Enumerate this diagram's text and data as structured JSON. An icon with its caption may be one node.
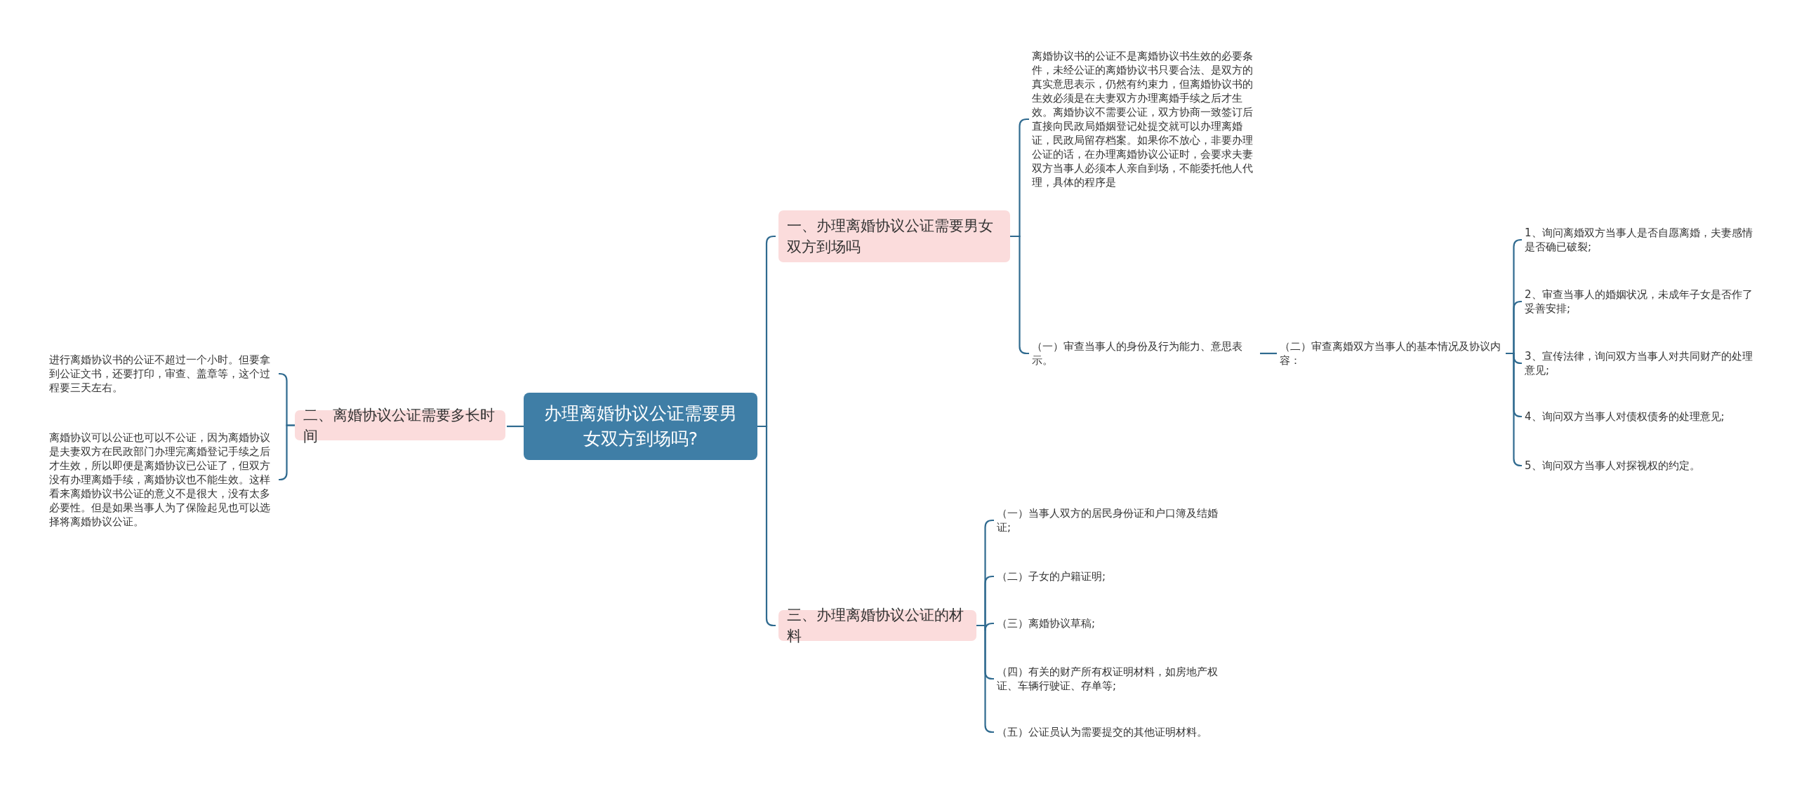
{
  "diagram": {
    "nodes": [
      {
        "text": [
          "办理离婚协议公证需要男女双方到场吗?"
        ]
      },
      {
        "text": [
          "一、办理离婚协议公证需要男女双方到场吗"
        ]
      },
      {
        "text": [
          "离婚协议书的公证不是离婚协议书生效的必要条件，未经公证的离婚协议书只要合法、是双方的真实意思表示，仍然有约束力，但离婚协议书的生效必须是在夫妻双方办理离婚手续之后才生效。离婚协议不需要公证，双方协商一致签订后直接向民政局婚姻登记处提交就可以办理离婚证，民政局留存档案。如果你不放心，非要办理公证的话，在办理离婚协议公证时，会要求夫妻双方当事人必须本人亲自到场，不能委托他人代理，具体的程序是"
        ]
      },
      {
        "text": [
          "（一）审查当事人的身份及行为能力、意思表示。"
        ]
      },
      {
        "text": [
          "（二）审查离婚双方当事人的基本情况及协议内容："
        ]
      },
      {
        "text": [
          "1、询问离婚双方当事人是否自愿离婚，夫妻感情是否确已破裂;"
        ]
      },
      {
        "text": [
          "2、审查当事人的婚姻状况，未成年子女是否作了妥善安排;"
        ]
      },
      {
        "text": [
          "3、宣传法律，询问双方当事人对共同财产的处理意见;"
        ]
      },
      {
        "text": [
          "4、询问双方当事人对债权债务的处理意见;"
        ]
      },
      {
        "text": [
          "5、询问双方当事人对探视权的约定。"
        ]
      },
      {
        "text": [
          "二、离婚协议公证需要多长时间"
        ]
      },
      {
        "text": [
          "进行离婚协议书的公证不超过一个小时。但要拿到公证文书，还要打印，审查、盖章等，这个过程要三天左右。"
        ]
      },
      {
        "text": [
          "离婚协议可以公证也可以不公证，因为离婚协议是夫妻双方在民政部门办理完离婚登记手续之后才生效，所以即便是离婚协议已公证了，但双方没有办理离婚手续，离婚协议也不能生效。这样看来离婚协议书公证的意义不是很大，没有太多必要性。但是如果当事人为了保险起见也可以选择将离婚协议公证。"
        ]
      },
      {
        "text": [
          "三、办理离婚协议公证的材料"
        ]
      },
      {
        "text": [
          "（一）当事人双方的居民身份证和户口簿及结婚证;"
        ]
      },
      {
        "text": [
          "（二）子女的户籍证明;"
        ]
      },
      {
        "text": [
          "（三）离婚协议草稿;"
        ]
      },
      {
        "text": [
          "（四）有关的财产所有权证明材料，如房地产权证、车辆行驶证、存单等;"
        ]
      },
      {
        "text": [
          "（五）公证员认为需要提交的其他证明材料。"
        ]
      }
    ],
    "edges": [
      {
        "from": 0,
        "to": 1,
        "arrow": "none"
      },
      {
        "from": 1,
        "to": 2,
        "arrow": "none"
      },
      {
        "from": 1,
        "to": 3,
        "arrow": "none"
      },
      {
        "from": 3,
        "to": 4,
        "arrow": "none"
      },
      {
        "from": 4,
        "to": 5,
        "arrow": "none"
      },
      {
        "from": 4,
        "to": 6,
        "arrow": "none"
      },
      {
        "from": 4,
        "to": 7,
        "arrow": "none"
      },
      {
        "from": 4,
        "to": 8,
        "arrow": "none"
      },
      {
        "from": 4,
        "to": 9,
        "arrow": "none"
      },
      {
        "from": 0,
        "to": 10,
        "arrow": "none"
      },
      {
        "from": 10,
        "to": 11,
        "arrow": "none"
      },
      {
        "from": 10,
        "to": 12,
        "arrow": "none"
      },
      {
        "from": 0,
        "to": 13,
        "arrow": "none"
      },
      {
        "from": 13,
        "to": 14,
        "arrow": "none"
      },
      {
        "from": 13,
        "to": 15,
        "arrow": "none"
      },
      {
        "from": 13,
        "to": 16,
        "arrow": "none"
      },
      {
        "from": 13,
        "to": 17,
        "arrow": "none"
      },
      {
        "from": 13,
        "to": 18,
        "arrow": "none"
      }
    ]
  }
}
